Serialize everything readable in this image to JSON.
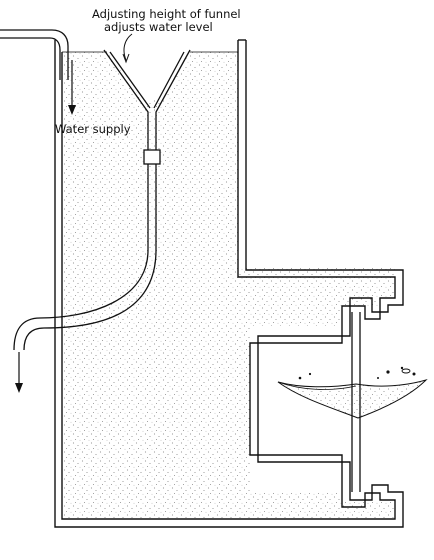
{
  "annotation": {
    "funnel_note_line1": "Adjusting height of funnel",
    "funnel_note_line2": "adjusts water level"
  },
  "labels": {
    "water_supply": "Water supply"
  },
  "colors": {
    "ink": "#111111",
    "paper": "#ffffff",
    "stipple": "#7a7a7a"
  },
  "icons": {
    "supply_arrow": "arrow-down-icon",
    "drain_arrow": "arrow-down-icon"
  }
}
